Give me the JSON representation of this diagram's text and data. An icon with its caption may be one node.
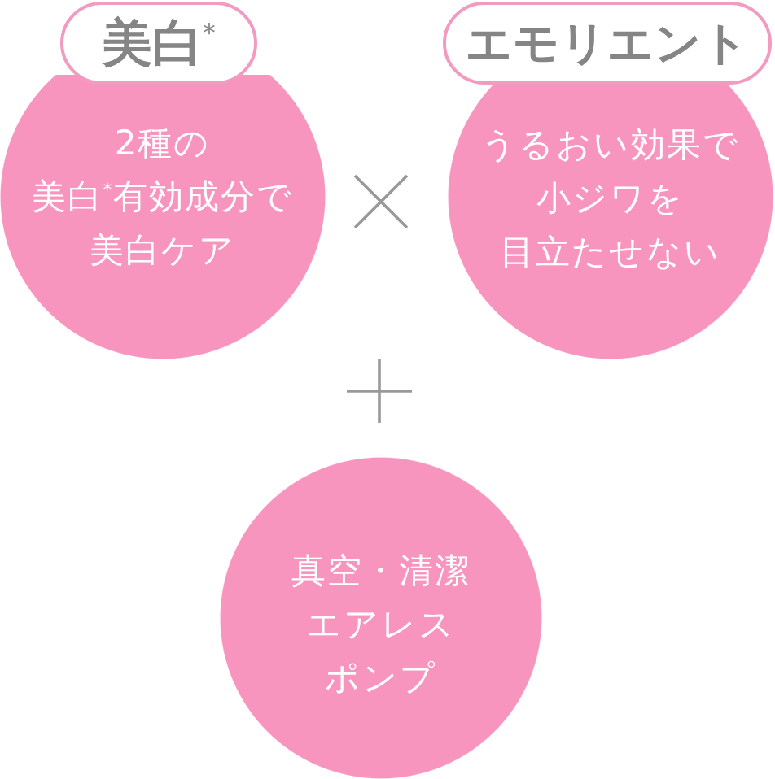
{
  "diagram": {
    "nodes": [
      {
        "text": [
          "美白$^{*}$"
        ]
      },
      {
        "text": [
          "2種の美白$^{*}$有効成分で美白ケア"
        ]
      },
      {
        "text": [
          "エモリエント"
        ]
      },
      {
        "text": [
          "うるおい効果で小ジワを目立たせない"
        ]
      },
      {
        "text": [
          "真空・清潔エアレスポンプ"
        ]
      }
    ]
  }
}
